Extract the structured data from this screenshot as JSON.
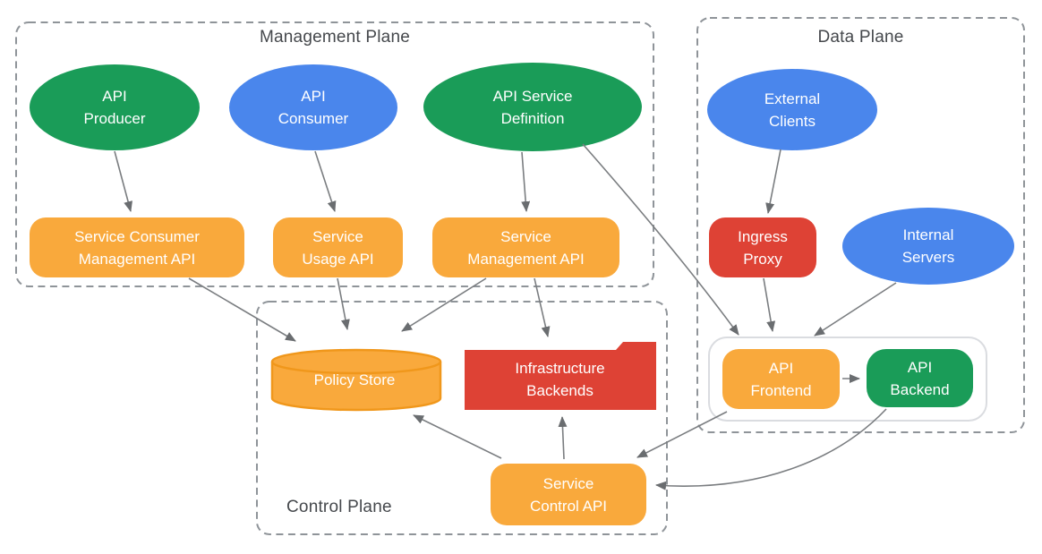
{
  "planes": {
    "management": {
      "title": "Management Plane"
    },
    "data": {
      "title": "Data Plane"
    },
    "control": {
      "title": "Control Plane"
    }
  },
  "nodes": {
    "api_producer": {
      "label": "API\nProducer",
      "shape": "ellipse",
      "color": "green"
    },
    "api_consumer": {
      "label": "API\nConsumer",
      "shape": "ellipse",
      "color": "blue"
    },
    "api_service_definition": {
      "label": "API Service\nDefinition",
      "shape": "ellipse",
      "color": "green"
    },
    "external_clients": {
      "label": "External\nClients",
      "shape": "ellipse",
      "color": "blue"
    },
    "internal_servers": {
      "label": "Internal\nServers",
      "shape": "ellipse",
      "color": "blue"
    },
    "service_consumer_management_api": {
      "label": "Service Consumer\nManagement API",
      "shape": "rounded-rect",
      "color": "orange"
    },
    "service_usage_api": {
      "label": "Service\nUsage API",
      "shape": "rounded-rect",
      "color": "orange"
    },
    "service_management_api": {
      "label": "Service\nManagement API",
      "shape": "rounded-rect",
      "color": "orange"
    },
    "ingress_proxy": {
      "label": "Ingress\nProxy",
      "shape": "rounded-rect",
      "color": "red"
    },
    "api_frontend": {
      "label": "API\nFrontend",
      "shape": "rounded-rect",
      "color": "orange"
    },
    "api_backend": {
      "label": "API\nBackend",
      "shape": "rounded-rect",
      "color": "green"
    },
    "policy_store": {
      "label": "Policy Store",
      "shape": "cylinder",
      "color": "orange"
    },
    "infrastructure_backends": {
      "label": "Infrastructure\nBackends",
      "shape": "folder",
      "color": "red"
    },
    "service_control_api": {
      "label": "Service\nControl API",
      "shape": "rounded-rect",
      "color": "orange"
    }
  },
  "edges": [
    {
      "from": "api_producer",
      "to": "service_consumer_management_api"
    },
    {
      "from": "api_consumer",
      "to": "service_usage_api"
    },
    {
      "from": "api_service_definition",
      "to": "service_management_api"
    },
    {
      "from": "api_service_definition",
      "to": "api_frontend"
    },
    {
      "from": "service_consumer_management_api",
      "to": "policy_store"
    },
    {
      "from": "service_usage_api",
      "to": "policy_store"
    },
    {
      "from": "service_management_api",
      "to": "policy_store"
    },
    {
      "from": "service_management_api",
      "to": "infrastructure_backends"
    },
    {
      "from": "external_clients",
      "to": "ingress_proxy"
    },
    {
      "from": "ingress_proxy",
      "to": "api_frontend"
    },
    {
      "from": "internal_servers",
      "to": "api_frontend"
    },
    {
      "from": "api_frontend",
      "to": "api_backend"
    },
    {
      "from": "api_frontend",
      "to": "service_control_api"
    },
    {
      "from": "api_backend",
      "to": "service_control_api"
    },
    {
      "from": "service_control_api",
      "to": "policy_store"
    },
    {
      "from": "service_control_api",
      "to": "infrastructure_backends"
    }
  ],
  "colors": {
    "green": "#1a9c58",
    "blue": "#4a86ec",
    "orange": "#f9a93c",
    "orange_stroke": "#f0971b",
    "red": "#de4235",
    "plane_border": "#8f9499",
    "inner_container_border": "#dadce0",
    "connector": "#7a7d80",
    "arrowhead": "#6a6d70",
    "title_text": "#45484c",
    "node_text": "#ffffff"
  }
}
